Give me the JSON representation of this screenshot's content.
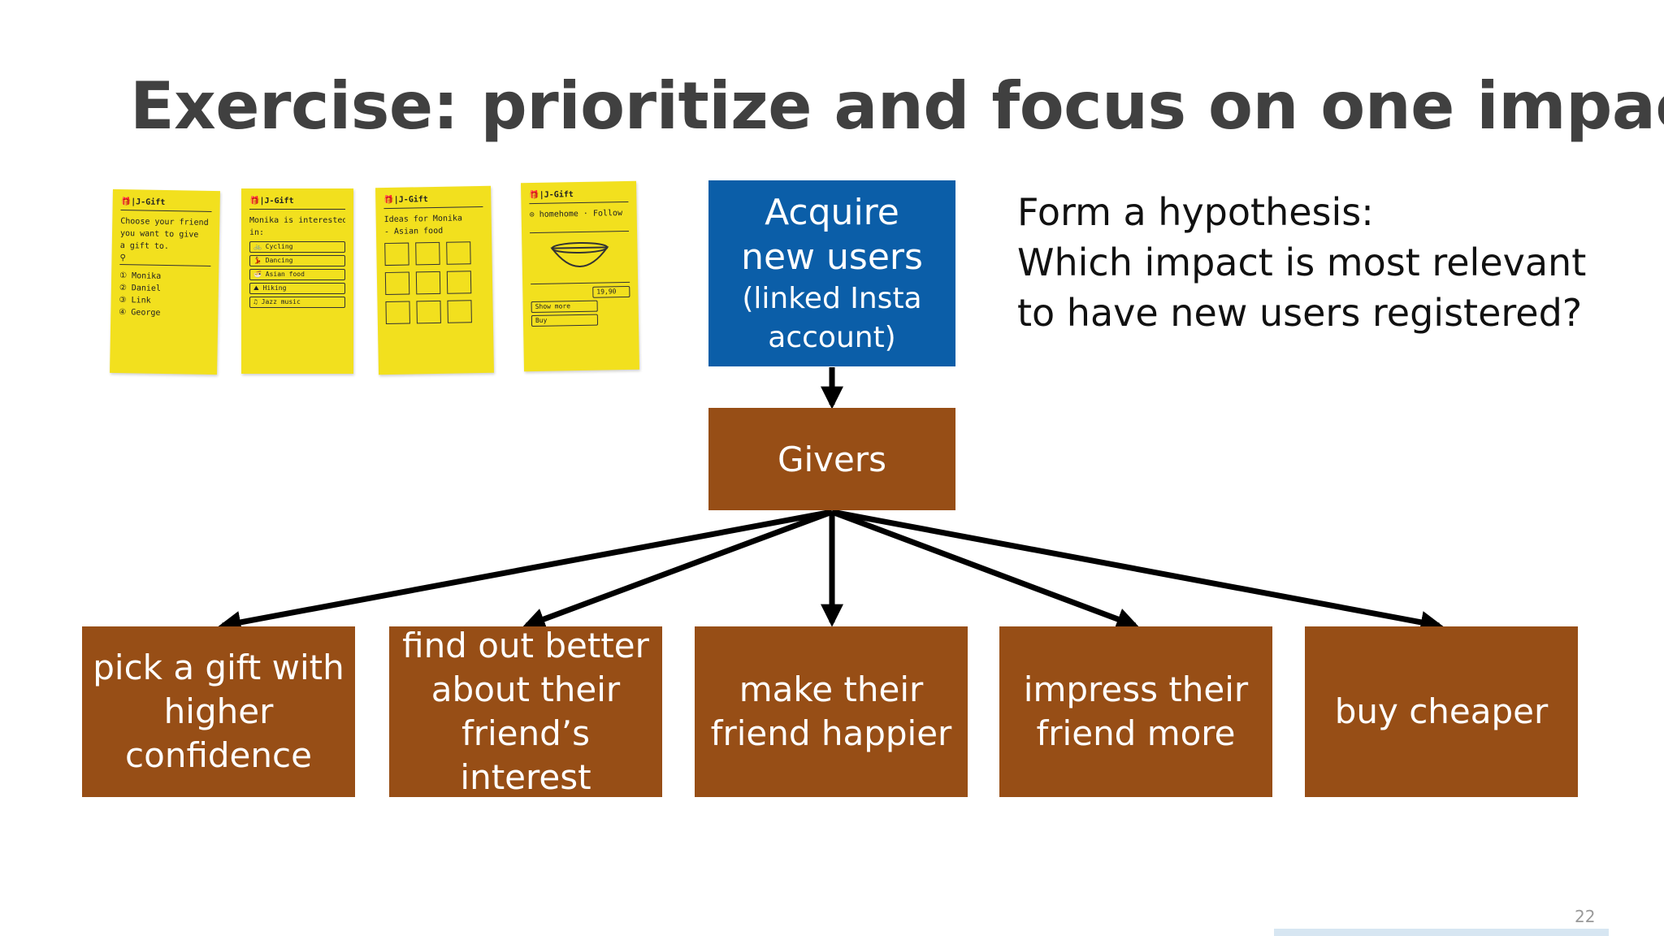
{
  "slide": {
    "title": "Exercise: prioritize and focus on one impact",
    "page_number": "22"
  },
  "sketches": [
    {
      "header": "🎁|J-Gift",
      "lines": [
        "Choose your friend",
        "you want to give",
        "a gift to.",
        "⚲",
        "① Monika",
        "② Daniel",
        "③ Link",
        "④ George"
      ]
    },
    {
      "header": "🎁|J-Gift",
      "lines": [
        "Monika is interested",
        "in:"
      ],
      "boxes": [
        "🚲 Cycling",
        "💃 Dancing",
        "🍜 Asian food",
        "⛰ Hiking",
        "♫ Jazz music"
      ]
    },
    {
      "header": "🎁|J-Gift",
      "lines": [
        "Ideas for Monika",
        "- Asian food"
      ],
      "grid": true
    },
    {
      "header": "🎁|J-Gift",
      "lines": [
        "⊙ homehome · Follow"
      ],
      "boxes": [
        "19,90",
        "Show more",
        "Buy"
      ]
    }
  ],
  "diagram": {
    "goal": {
      "lines": [
        "Acquire",
        "new users"
      ],
      "sub_lines": [
        "(linked Insta",
        "account)"
      ],
      "color": "#0b5ea8"
    },
    "actor": {
      "label": "Givers",
      "color": "#974e16"
    },
    "impacts": [
      {
        "lines": [
          "pick a gift with",
          "higher",
          "confidence"
        ]
      },
      {
        "lines": [
          "find out better",
          "about their",
          "friend’s",
          "interest"
        ]
      },
      {
        "lines": [
          "make their",
          "friend happier"
        ]
      },
      {
        "lines": [
          "impress their",
          "friend more"
        ]
      },
      {
        "lines": [
          "buy cheaper"
        ]
      }
    ]
  },
  "hypothesis": {
    "lines": [
      "Form a hypothesis:",
      "Which impact is most relevant",
      "to have new users registered?"
    ]
  }
}
